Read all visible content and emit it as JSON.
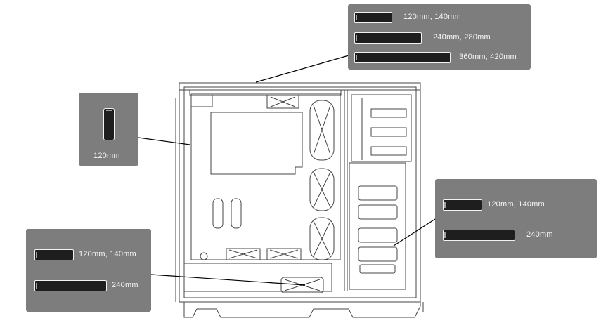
{
  "callouts": {
    "top": {
      "items": [
        {
          "label": "120mm, 140mm"
        },
        {
          "label": "240mm, 280mm"
        },
        {
          "label": "360mm, 420mm"
        }
      ]
    },
    "rear": {
      "items": [
        {
          "label": "120mm"
        }
      ]
    },
    "front": {
      "items": [
        {
          "label": "120mm, 140mm"
        },
        {
          "label": "240mm"
        }
      ]
    },
    "bottom": {
      "items": [
        {
          "label": "120mm, 140mm"
        },
        {
          "label": "240mm"
        }
      ]
    }
  },
  "colors": {
    "panel": "#7d7d7d",
    "radiator_bar": "#1e1e1e",
    "leader_line": "#000000",
    "case_line": "#444444"
  }
}
